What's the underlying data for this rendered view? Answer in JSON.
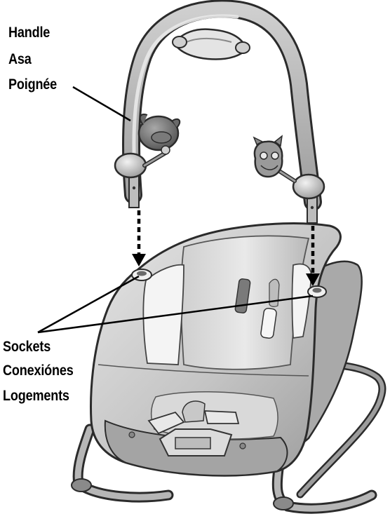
{
  "labels": {
    "handle": [
      "Handle",
      "Asa",
      "Poignée"
    ],
    "sockets": [
      "Sockets",
      "Conexiónes",
      "Logements"
    ]
  },
  "colors": {
    "plastic_light": "#dcdcdc",
    "plastic_mid": "#b3b3b3",
    "plastic_dark": "#6f6f6f",
    "outline": "#2b2b2b",
    "arrow": "#000000"
  }
}
